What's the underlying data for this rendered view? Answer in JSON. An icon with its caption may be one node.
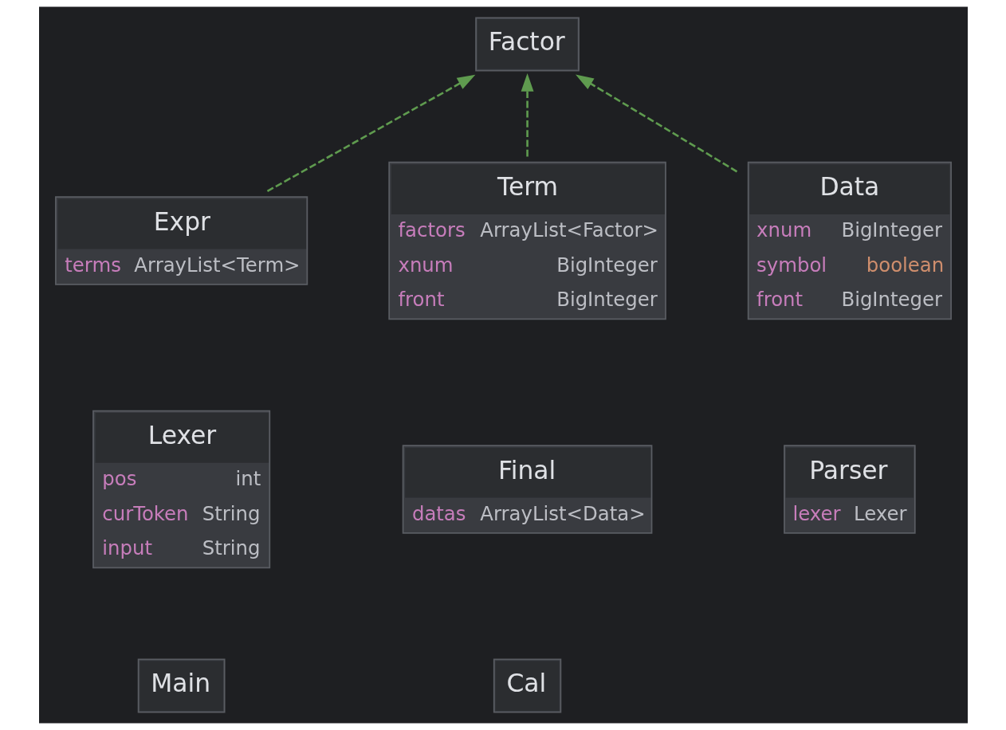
{
  "diagram": {
    "nodes": [
      {
        "text": [
          "Factor"
        ]
      },
      {
        "text": [
          "Expr",
          "terms ArrayList<Term>"
        ]
      },
      {
        "text": [
          "Term",
          "factors ArrayList<Factor>",
          "xnum BigInteger",
          "front BigInteger"
        ]
      },
      {
        "text": [
          "Data",
          "xnum BigInteger",
          "symbol boolean",
          "front BigInteger"
        ]
      },
      {
        "text": [
          "Lexer",
          "pos int",
          "curToken String",
          "input String"
        ]
      },
      {
        "text": [
          "Final",
          "datas ArrayList<Data>"
        ]
      },
      {
        "text": [
          "Parser",
          "lexer Lexer"
        ]
      },
      {
        "text": [
          "Main"
        ]
      },
      {
        "text": [
          "Cal"
        ]
      }
    ],
    "edges": [
      {
        "from": 1,
        "to": 0,
        "arrow": "to",
        "style": "dashed"
      },
      {
        "from": 2,
        "to": 0,
        "arrow": "to",
        "style": "dashed"
      },
      {
        "from": 3,
        "to": 0,
        "arrow": "to",
        "style": "dashed"
      }
    ]
  }
}
